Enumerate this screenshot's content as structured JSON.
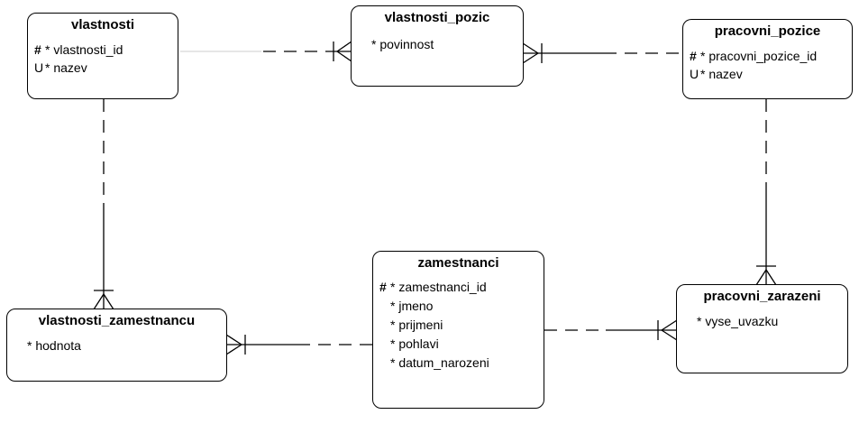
{
  "entities": {
    "vlastnosti": {
      "title": "vlastnosti",
      "attributes": [
        {
          "mark": "#",
          "text": "* vlastnosti_id"
        },
        {
          "mark": "U",
          "text": "* nazev"
        }
      ]
    },
    "vlastnosti_pozic": {
      "title": "vlastnosti_pozic",
      "attributes": [
        {
          "mark": "",
          "text": "* povinnost"
        }
      ]
    },
    "pracovni_pozice": {
      "title": "pracovni_pozice",
      "attributes": [
        {
          "mark": "#",
          "text": "* pracovni_pozice_id"
        },
        {
          "mark": "U",
          "text": "* nazev"
        }
      ]
    },
    "zamestnanci": {
      "title": "zamestnanci",
      "attributes": [
        {
          "mark": "#",
          "text": "* zamestnanci_id"
        },
        {
          "mark": "",
          "text": "* jmeno"
        },
        {
          "mark": "",
          "text": "* prijmeni"
        },
        {
          "mark": "",
          "text": "* pohlavi"
        },
        {
          "mark": "",
          "text": "* datum_narozeni"
        }
      ]
    },
    "vlastnosti_zamestnancu": {
      "title": "vlastnosti_zamestnancu",
      "attributes": [
        {
          "mark": "",
          "text": "* hodnota"
        }
      ]
    },
    "pracovni_zarazeni": {
      "title": "pracovni_zarazeni",
      "attributes": [
        {
          "mark": "",
          "text": "* vyse_uvazku"
        }
      ]
    }
  }
}
